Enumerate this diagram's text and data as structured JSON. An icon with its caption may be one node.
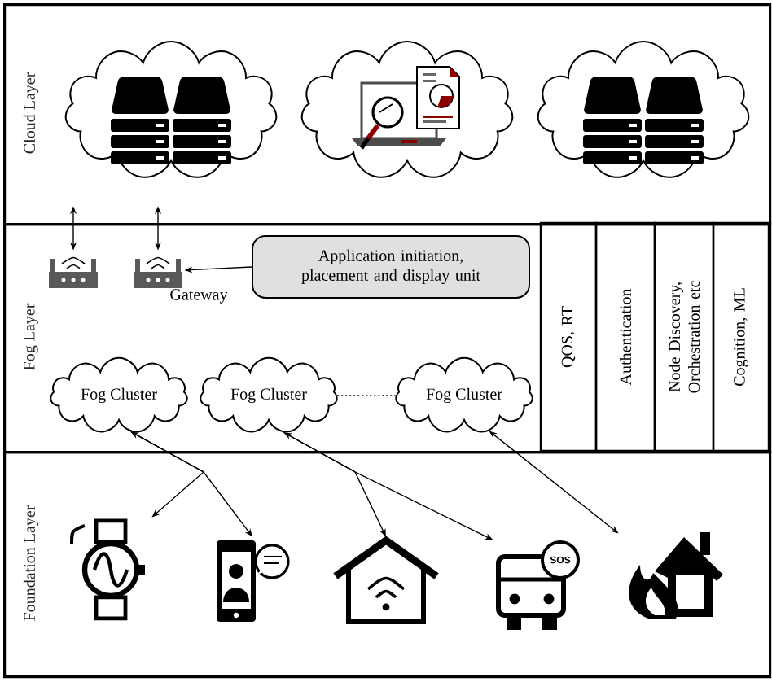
{
  "diagram": {
    "nodes": [
      {
        "text": [
          "Cloud Layer"
        ]
      },
      {
        "text": [
          "Fog Layer"
        ]
      },
      {
        "text": [
          "Foundation Layer"
        ]
      },
      {
        "text": [],
        "shape": "cloud",
        "in": 0
      },
      {
        "text": [],
        "shape": "cloud",
        "in": 0
      },
      {
        "text": [],
        "shape": "cloud",
        "in": 0
      },
      {
        "text": [],
        "shape": "picture",
        "in": 1
      },
      {
        "text": [],
        "shape": "picture",
        "in": 1,
        "beside": [
          "Gateway"
        ]
      },
      {
        "text": [
          "Application initiation, placement and display unit"
        ],
        "in": 1
      },
      {
        "text": [
          "Fog Cluster"
        ],
        "in": 1
      },
      {
        "text": [
          "Fog Cluster"
        ],
        "in": 1
      },
      {
        "text": [
          "Fog Cluster"
        ],
        "in": 1
      },
      {
        "text": [
          "QOS, RT"
        ],
        "in": 1
      },
      {
        "text": [
          "Authentication"
        ],
        "in": 1
      },
      {
        "text": [
          "Node Discovery, Orchestration etc"
        ],
        "in": 1
      },
      {
        "text": [
          "Cognition, ML"
        ],
        "in": 1
      },
      {
        "text": [],
        "shape": "picture",
        "in": 2
      },
      {
        "text": [],
        "shape": "picture",
        "in": 2
      },
      {
        "text": [],
        "shape": "picture",
        "in": 2
      },
      {
        "text": [],
        "shape": "picture",
        "in": 2
      },
      {
        "text": [],
        "shape": "picture",
        "in": 2
      }
    ],
    "edges": [
      {
        "from": 6,
        "to": 0,
        "arrow": "both"
      },
      {
        "from": 7,
        "to": 0,
        "arrow": "both"
      },
      {
        "from": 8,
        "to": 7,
        "arrow": "to"
      },
      {
        "from": 10,
        "to": 11,
        "arrow": "none",
        "style": "dashed"
      },
      {
        "from": 9,
        "to": 16,
        "arrow": "both"
      },
      {
        "from": 9,
        "to": 17,
        "arrow": "to"
      },
      {
        "from": 10,
        "to": 18,
        "arrow": "both"
      },
      {
        "from": 10,
        "to": 19,
        "arrow": "to"
      },
      {
        "from": 11,
        "to": 20,
        "arrow": "both"
      }
    ],
    "labels": [
      "SOS"
    ]
  }
}
